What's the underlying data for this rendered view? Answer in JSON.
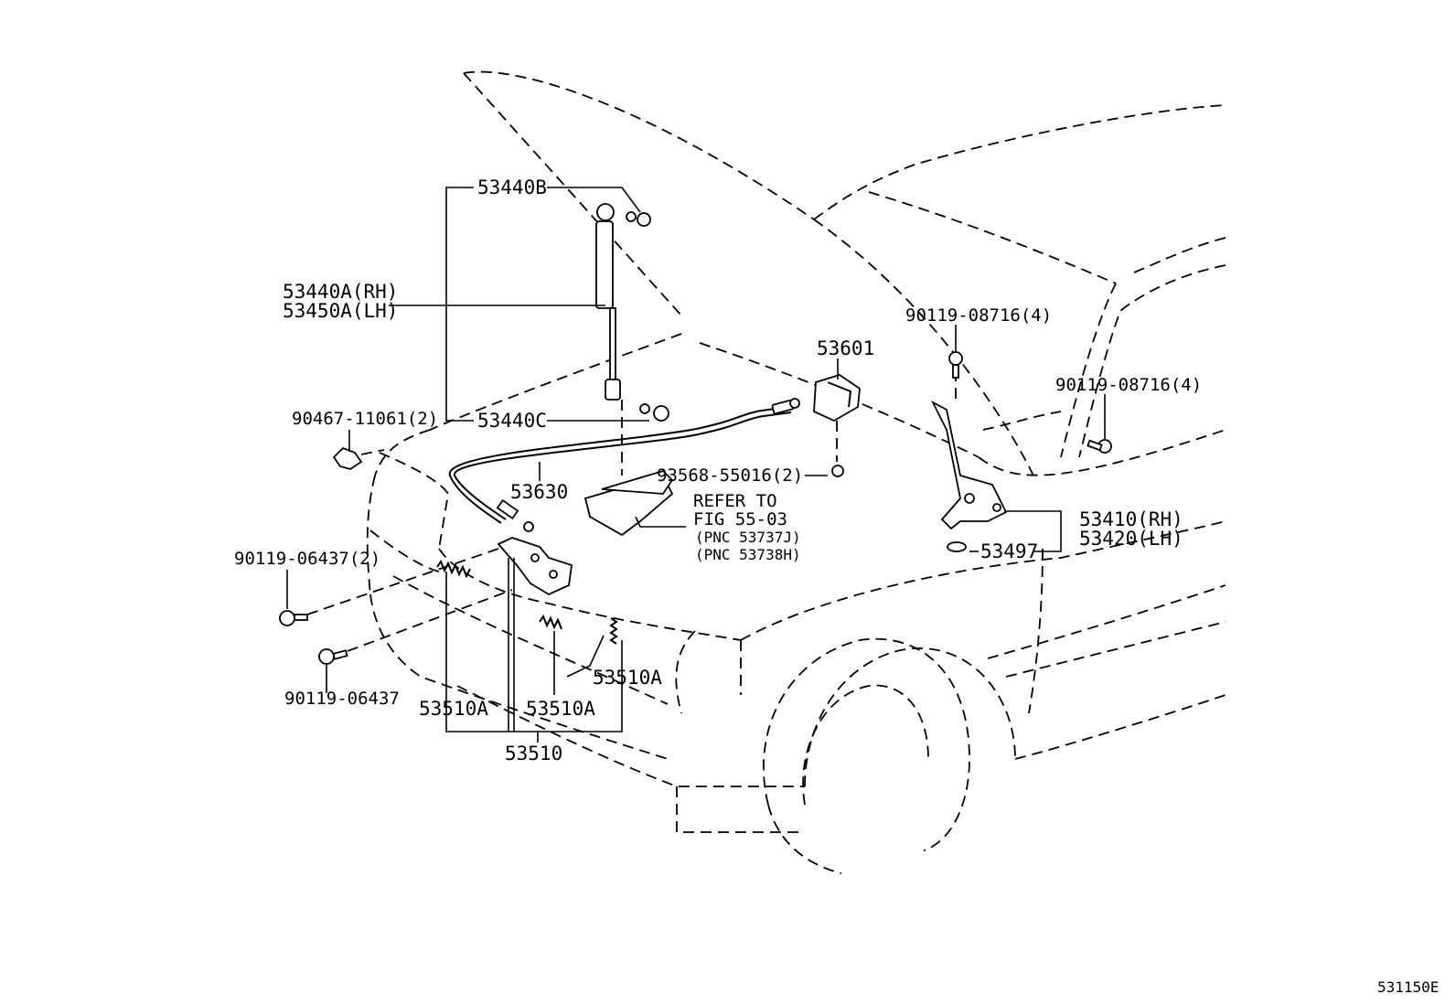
{
  "diagram_id": "531150E",
  "parts": {
    "p53440B": "53440B",
    "p53440A_rh": "53440A(RH)",
    "p53450A_lh": "53450A(LH)",
    "p53440C": "53440C",
    "p90467": "90467-11061(2)",
    "p53630": "53630",
    "p53601": "53601",
    "p93568": "93568-55016(2)",
    "p90119_08716_a": "90119-08716(4)",
    "p90119_08716_b": "90119-08716(4)",
    "p53410_rh": "53410(RH)",
    "p53420_lh": "53420(LH)",
    "p53497": "53497",
    "p90119_06437_2": "90119-06437(2)",
    "p90119_06437": "90119-06437",
    "p53510A_left": "53510A",
    "p53510A_mid": "53510A",
    "p53510A_right": "53510A",
    "p53510": "53510"
  },
  "refer": {
    "line1": "REFER TO",
    "line2": "FIG 55-03",
    "line3": "(PNC 53737J)",
    "line4": "(PNC 53738H)"
  }
}
